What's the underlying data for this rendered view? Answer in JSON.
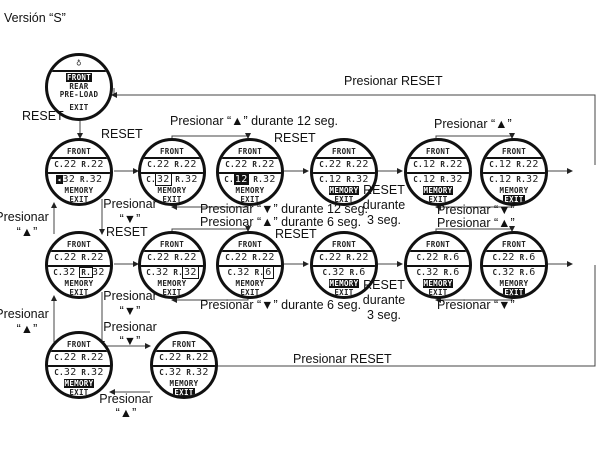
{
  "title": "Versión “S”",
  "main_menu": {
    "icon": "bell-icon",
    "items": [
      "FRONT",
      "REAR",
      "PRE-LOAD",
      "EXIT"
    ],
    "selected": "FRONT"
  },
  "labels": {
    "reset": "RESET",
    "press_reset": "Presionar RESET",
    "press": "Presionar",
    "up_quote": "“▲”",
    "down_quote": "“▼”",
    "press_up_12": "Presionar “▲” durante 12 seg.",
    "press_down_12": "Presionar “▼” durante 12 seg.",
    "press_up_6": "Presionar “▲” durante 6 seg.",
    "press_down_6": "Presionar “▼” durante 6 seg.",
    "press_up": "Presionar “▲”",
    "press_down": "Presionar “▼”",
    "reset_hold_1": "RESET",
    "reset_hold_2": "durante",
    "reset_hold_3": "3 seg."
  },
  "screens": {
    "header": "FRONT",
    "c_prefix": "C.",
    "r_prefix": "R.",
    "memory": "MEMORY",
    "exit": "EXIT",
    "row1_a": {
      "c1": "22",
      "r1": "22",
      "c2": "32",
      "r2": "32"
    },
    "row1_b": {
      "c1": "22",
      "r1": "22",
      "c2": "32",
      "r2": "32"
    },
    "row1_c": {
      "c1": "22",
      "r1": "22",
      "c2": "12",
      "r2": "32"
    },
    "row1_d": {
      "c1": "22",
      "r1": "22",
      "c2": "12",
      "r2": "32"
    },
    "row1_e": {
      "c1": "12",
      "r1": "22",
      "c2": "12",
      "r2": "32"
    },
    "row1_f": {
      "c1": "12",
      "r1": "22",
      "c2": "12",
      "r2": "32"
    },
    "row2_a": {
      "c1": "22",
      "r1": "22",
      "c2": "32",
      "r2": "32"
    },
    "row2_b": {
      "c1": "22",
      "r1": "22",
      "c2": "32",
      "r2": "32"
    },
    "row2_c": {
      "c1": "22",
      "r1": "22",
      "c2": "32",
      "r2": "6"
    },
    "row2_d": {
      "c1": "22",
      "r1": "22",
      "c2": "32",
      "r2": "6"
    },
    "row2_e": {
      "c1": "22",
      "r1": "6",
      "c2": "32",
      "r2": "6"
    },
    "row2_f": {
      "c1": "22",
      "r1": "6",
      "c2": "32",
      "r2": "6"
    },
    "row3_a": {
      "c1": "22",
      "r1": "22",
      "c2": "32",
      "r2": "32"
    },
    "row3_b": {
      "c1": "22",
      "r1": "22",
      "c2": "32",
      "r2": "32"
    }
  }
}
